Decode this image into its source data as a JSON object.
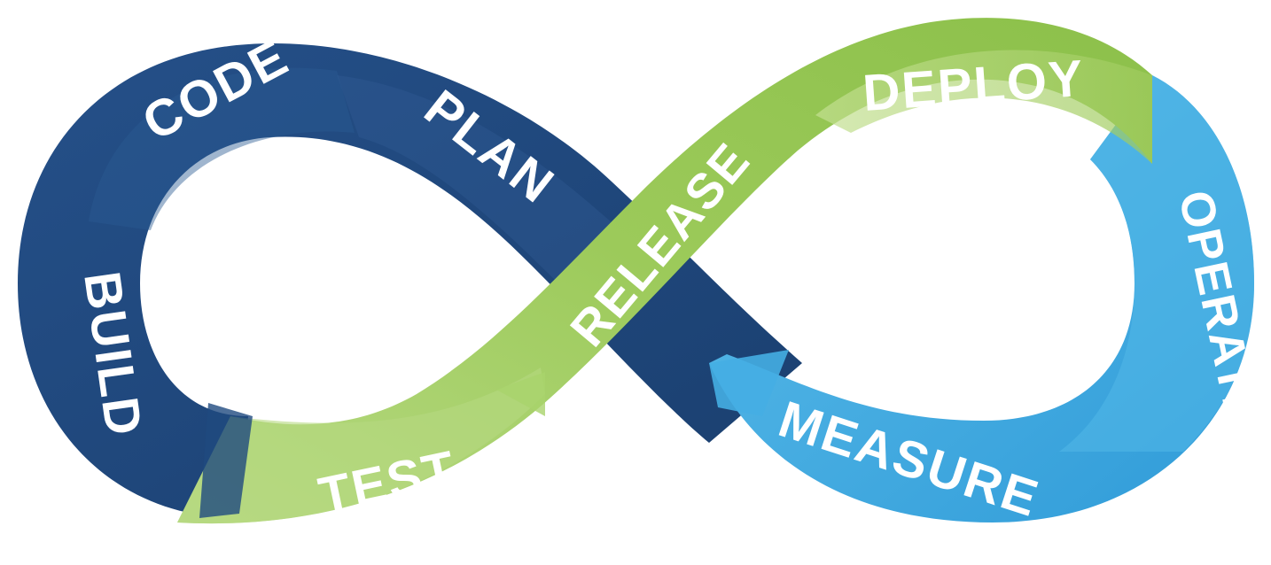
{
  "diagram": {
    "stages": [
      {
        "key": "plan",
        "label": "PLAN",
        "color": "#2b4f85"
      },
      {
        "key": "code",
        "label": "CODE",
        "color": "#1f4f86"
      },
      {
        "key": "build",
        "label": "BUILD",
        "color": "#1c4578"
      },
      {
        "key": "test",
        "label": "TEST",
        "color": "#9ccb5a"
      },
      {
        "key": "release",
        "label": "RELEASE",
        "color": "#8fc24b"
      },
      {
        "key": "deploy",
        "label": "DEPLOY",
        "color": "#a8d068"
      },
      {
        "key": "operate",
        "label": "OPERATE",
        "color": "#4fb3e6"
      },
      {
        "key": "measure",
        "label": "MEASURE",
        "color": "#3aa3df"
      }
    ]
  }
}
